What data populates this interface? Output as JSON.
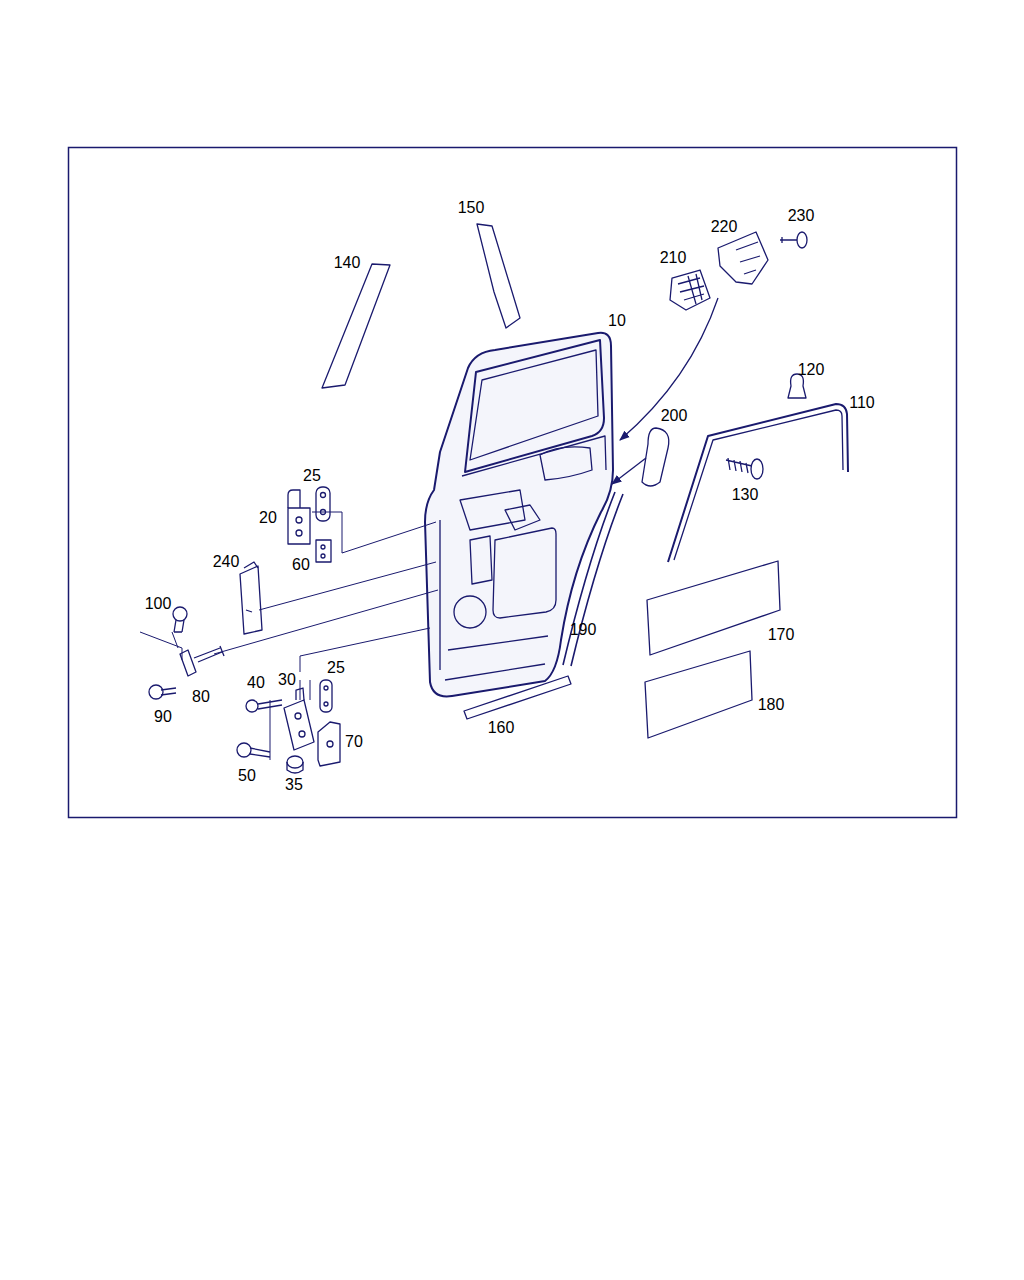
{
  "diagram": {
    "labels": [
      "150",
      "230",
      "220",
      "210",
      "140",
      "10",
      "120",
      "110",
      "200",
      "25",
      "130",
      "20",
      "60",
      "240",
      "100",
      "190",
      "170",
      "40",
      "30",
      "25",
      "80",
      "180",
      "90",
      "70",
      "160",
      "50",
      "35"
    ]
  }
}
